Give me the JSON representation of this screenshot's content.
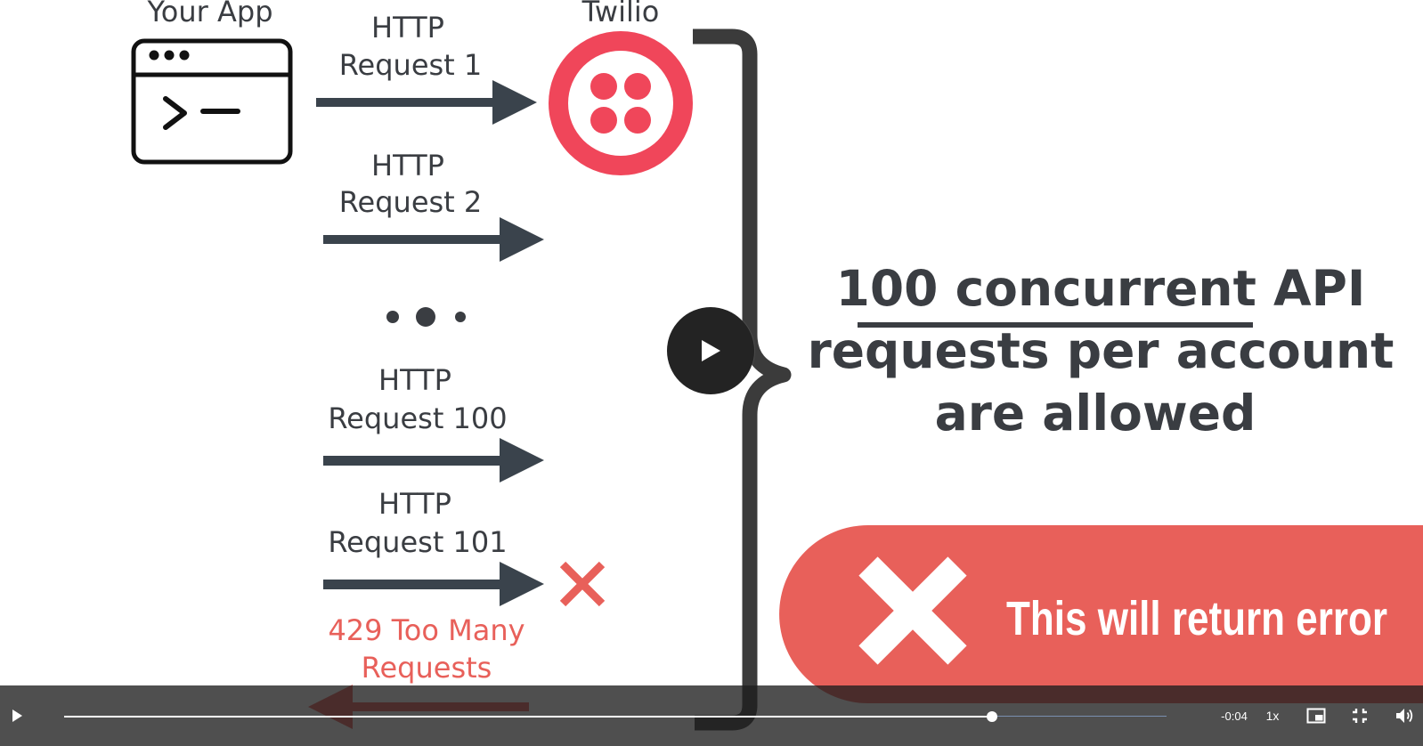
{
  "diagram": {
    "app_label": "Your App",
    "service_label": "Twilio",
    "requests": [
      {
        "line1": "HTTP",
        "line2": "Request 1"
      },
      {
        "line1": "HTTP",
        "line2": "Request 2"
      },
      {
        "line1": "HTTP",
        "line2": "Request 100"
      },
      {
        "line1": "HTTP",
        "line2": "Request 101"
      }
    ],
    "response_line1": "429 Too Many",
    "response_line2": "Requests",
    "limit_words": {
      "number": "100",
      "underlined": "concurrent",
      "after": "API",
      "line2": "requests per account",
      "line3": "are allowed"
    },
    "error_text": "This will return error",
    "colors": {
      "twilio_red": "#f0465a",
      "error_banner": "#e8605a",
      "arrow": "#3a434c",
      "text_dark": "#3a3d42"
    }
  },
  "player": {
    "remaining_time": "-0:04",
    "speed": "1x",
    "progress": 0.842
  }
}
